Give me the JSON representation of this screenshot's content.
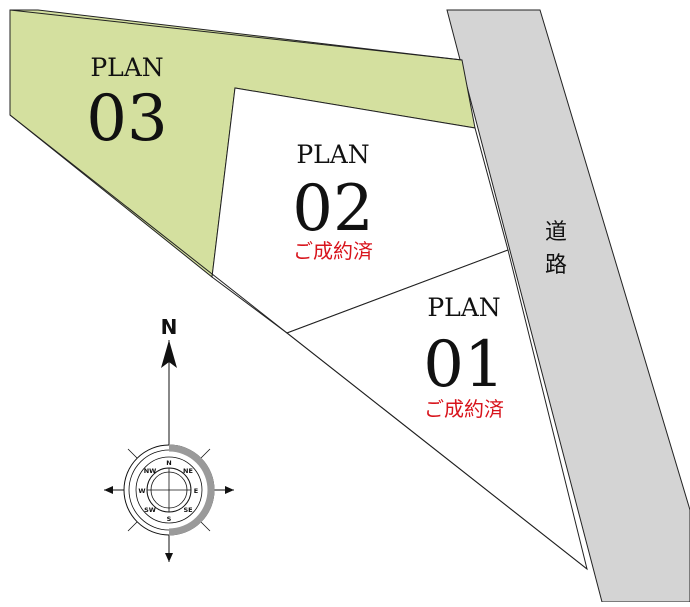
{
  "colors": {
    "plan03_fill": "#d4e09f",
    "road_fill": "#d4d4d4",
    "outline": "#222222",
    "sold_text": "#d8141c"
  },
  "road": {
    "label_line1": "道",
    "label_line2": "路"
  },
  "plans": [
    {
      "id": "03",
      "word": "PLAN",
      "number": "03",
      "status": ""
    },
    {
      "id": "02",
      "word": "PLAN",
      "number": "02",
      "status": "ご成約済"
    },
    {
      "id": "01",
      "word": "PLAN",
      "number": "01",
      "status": "ご成約済"
    }
  ],
  "compass": {
    "north_label": "N",
    "ring_labels": [
      "N",
      "NE",
      "E",
      "SE",
      "S",
      "SW",
      "W",
      "NW"
    ]
  }
}
